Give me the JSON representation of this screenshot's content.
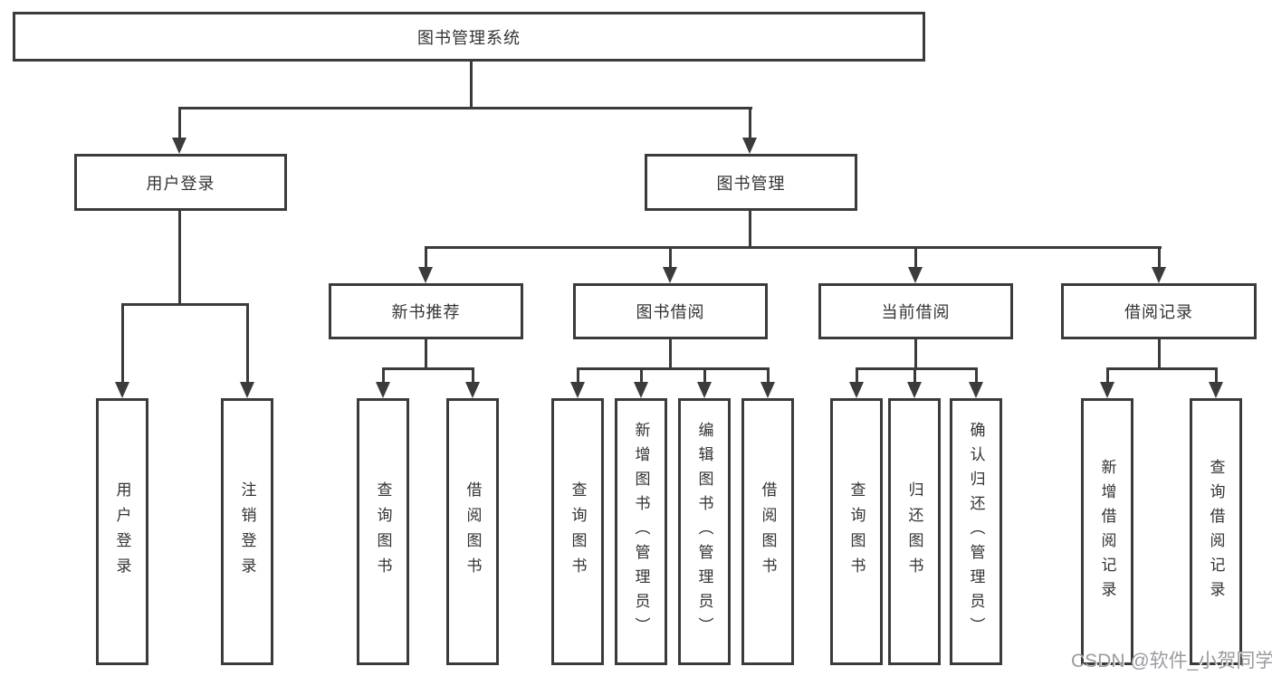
{
  "diagram": {
    "root": {
      "label": "图书管理系统"
    },
    "level2": [
      {
        "label": "用户登录"
      },
      {
        "label": "图书管理"
      }
    ],
    "level3": [
      {
        "label": "新书推荐"
      },
      {
        "label": "图书借阅"
      },
      {
        "label": "当前借阅"
      },
      {
        "label": "借阅记录"
      }
    ],
    "leaves": [
      {
        "label": "用户登录"
      },
      {
        "label": "注销登录"
      },
      {
        "label": "查询图书"
      },
      {
        "label": "借阅图书"
      },
      {
        "label": "查询图书"
      },
      {
        "label": "新增图书（管理员）"
      },
      {
        "label": "编辑图书（管理员）"
      },
      {
        "label": "借阅图书"
      },
      {
        "label": "查询图书"
      },
      {
        "label": "归还图书"
      },
      {
        "label": "确认归还（管理员）"
      },
      {
        "label": "新增借阅记录"
      },
      {
        "label": "查询借阅记录"
      }
    ],
    "watermark": "CSDN @软件_小贺同学",
    "colors": {
      "line": "#3b3b3b",
      "text": "#333333",
      "watermark": "#9b9ba1",
      "background": "#ffffff"
    }
  }
}
